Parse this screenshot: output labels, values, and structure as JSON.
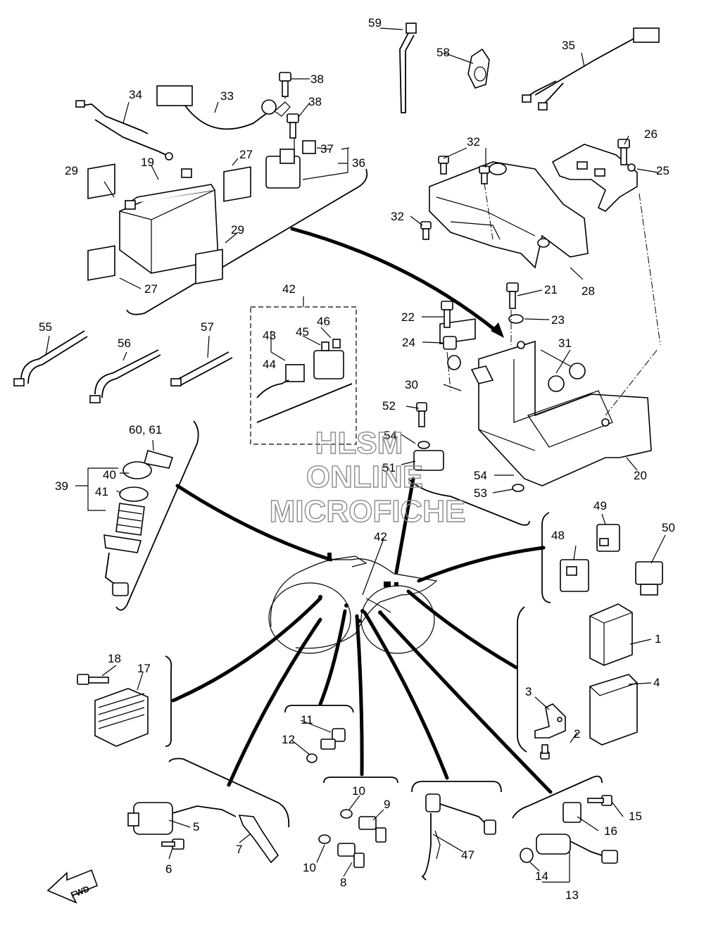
{
  "watermark": {
    "line1": "HLSM",
    "line2": "ONLINE",
    "line3": "MICROFICHE"
  },
  "direction_arrow": {
    "label": "FWD"
  },
  "parts": [
    {
      "id": "p1",
      "text": "1"
    },
    {
      "id": "p2",
      "text": "2"
    },
    {
      "id": "p3",
      "text": "3"
    },
    {
      "id": "p4",
      "text": "4"
    },
    {
      "id": "p5",
      "text": "5"
    },
    {
      "id": "p6",
      "text": "6"
    },
    {
      "id": "p7",
      "text": "7"
    },
    {
      "id": "p8",
      "text": "8"
    },
    {
      "id": "p9",
      "text": "9"
    },
    {
      "id": "p10a",
      "text": "10"
    },
    {
      "id": "p10b",
      "text": "10"
    },
    {
      "id": "p11",
      "text": "11"
    },
    {
      "id": "p12",
      "text": "12"
    },
    {
      "id": "p13",
      "text": "13"
    },
    {
      "id": "p14",
      "text": "14"
    },
    {
      "id": "p15",
      "text": "15"
    },
    {
      "id": "p16",
      "text": "16"
    },
    {
      "id": "p17",
      "text": "17"
    },
    {
      "id": "p18",
      "text": "18"
    },
    {
      "id": "p19",
      "text": "19"
    },
    {
      "id": "p20",
      "text": "20"
    },
    {
      "id": "p21",
      "text": "21"
    },
    {
      "id": "p22",
      "text": "22"
    },
    {
      "id": "p23",
      "text": "23"
    },
    {
      "id": "p24",
      "text": "24"
    },
    {
      "id": "p25",
      "text": "25"
    },
    {
      "id": "p26",
      "text": "26"
    },
    {
      "id": "p27a",
      "text": "27"
    },
    {
      "id": "p27b",
      "text": "27"
    },
    {
      "id": "p28",
      "text": "28"
    },
    {
      "id": "p29a",
      "text": "29"
    },
    {
      "id": "p29b",
      "text": "29"
    },
    {
      "id": "p30",
      "text": "30"
    },
    {
      "id": "p31",
      "text": "31"
    },
    {
      "id": "p32a",
      "text": "32"
    },
    {
      "id": "p32b",
      "text": "32"
    },
    {
      "id": "p33",
      "text": "33"
    },
    {
      "id": "p34",
      "text": "34"
    },
    {
      "id": "p35",
      "text": "35"
    },
    {
      "id": "p36",
      "text": "36"
    },
    {
      "id": "p37",
      "text": "37"
    },
    {
      "id": "p38a",
      "text": "38"
    },
    {
      "id": "p38b",
      "text": "38"
    },
    {
      "id": "p39",
      "text": "39"
    },
    {
      "id": "p40",
      "text": "40"
    },
    {
      "id": "p41",
      "text": "41"
    },
    {
      "id": "p42a",
      "text": "42"
    },
    {
      "id": "p42b",
      "text": "42"
    },
    {
      "id": "p43",
      "text": "43"
    },
    {
      "id": "p44",
      "text": "44"
    },
    {
      "id": "p45",
      "text": "45"
    },
    {
      "id": "p46",
      "text": "46"
    },
    {
      "id": "p47",
      "text": "47"
    },
    {
      "id": "p48",
      "text": "48"
    },
    {
      "id": "p49",
      "text": "49"
    },
    {
      "id": "p50",
      "text": "50"
    },
    {
      "id": "p51",
      "text": "51"
    },
    {
      "id": "p52",
      "text": "52"
    },
    {
      "id": "p53",
      "text": "53"
    },
    {
      "id": "p54a",
      "text": "54"
    },
    {
      "id": "p54b",
      "text": "54"
    },
    {
      "id": "p55",
      "text": "55"
    },
    {
      "id": "p56",
      "text": "56"
    },
    {
      "id": "p57",
      "text": "57"
    },
    {
      "id": "p58",
      "text": "58"
    },
    {
      "id": "p59",
      "text": "59"
    },
    {
      "id": "p6061",
      "text": "60, 61"
    }
  ]
}
